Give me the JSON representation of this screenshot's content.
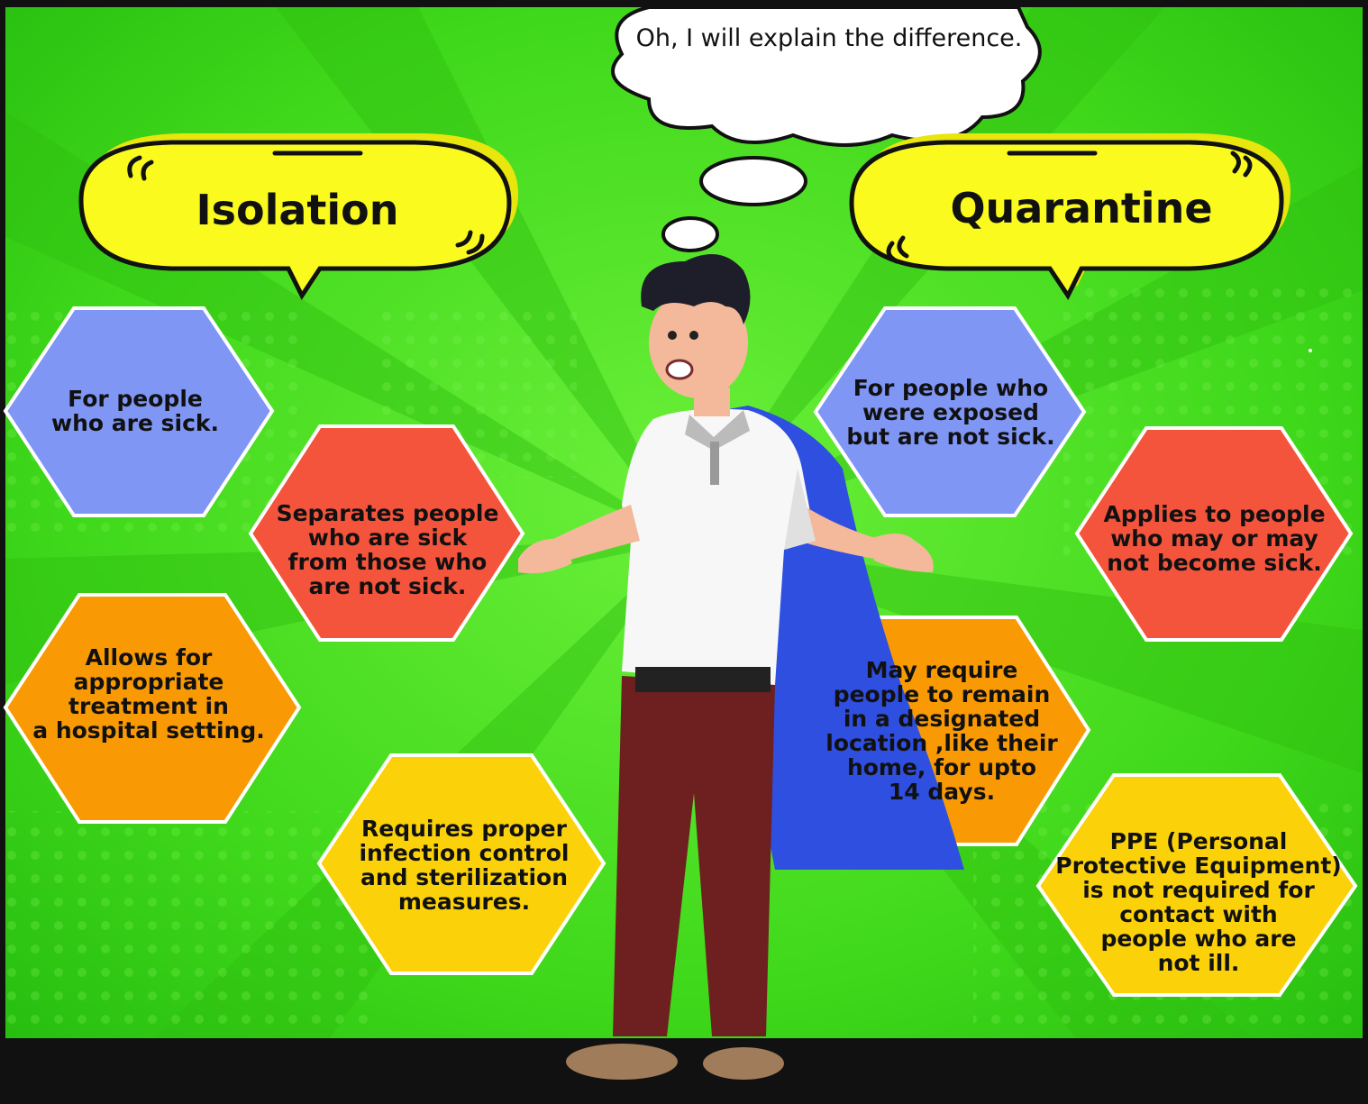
{
  "thought_bubble": {
    "text": "Oh, I will explain the difference."
  },
  "left_heading": {
    "text": "Isolation"
  },
  "right_heading": {
    "text": "Quarantine"
  },
  "colors": {
    "background": "#3fd81a",
    "blue": "#7f96f5",
    "red": "#f5543c",
    "orange": "#f99a04",
    "yellow": "#fbd20a",
    "heading_bubble": "#fafa1e",
    "ground": "#111111"
  },
  "isolation_items": [
    {
      "text": "For people\nwho are sick.",
      "color": "blue"
    },
    {
      "text": "Separates people\nwho are sick\nfrom those who\nare not sick.",
      "color": "red"
    },
    {
      "text": "Allows for\nappropriate\ntreatment in\na hospital setting.",
      "color": "orange"
    },
    {
      "text": "Requires proper\ninfection control\nand sterilization\nmeasures.",
      "color": "yellow"
    }
  ],
  "quarantine_items": [
    {
      "text": "For people who\nwere  exposed\nbut are not sick.",
      "color": "blue"
    },
    {
      "text": "Applies to people\nwho may or may\nnot become sick.",
      "color": "red"
    },
    {
      "text": "May require\npeople to remain\nin a designated\nlocation ,like their\nhome, for upto\n14 days.",
      "color": "orange"
    },
    {
      "text": "PPE (Personal\nProtective Equipment)\nis not required for\ncontact  with\npeople who are\nnot ill.",
      "color": "yellow"
    }
  ]
}
